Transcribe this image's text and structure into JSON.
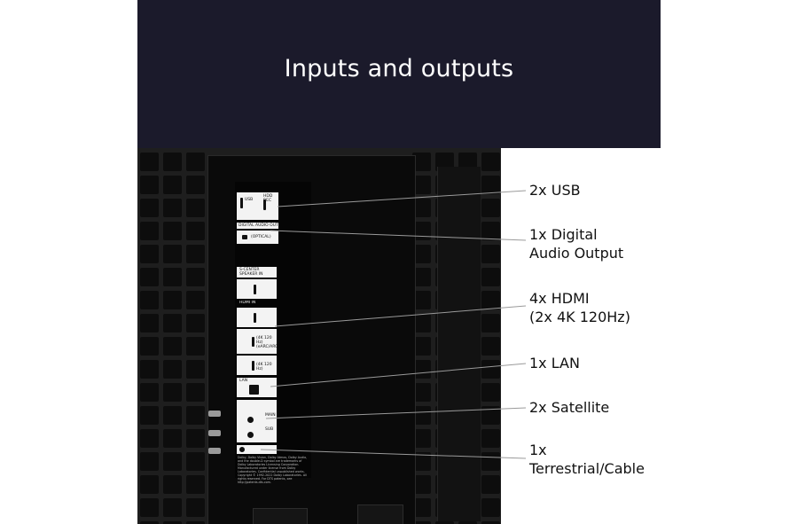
{
  "header": {
    "title": "Inputs and outputs"
  },
  "callouts": [
    {
      "id": "usb",
      "lines": [
        "2x USB"
      ]
    },
    {
      "id": "digital-audio",
      "lines": [
        "1x Digital",
        "Audio Output"
      ]
    },
    {
      "id": "hdmi",
      "lines": [
        "4x HDMI",
        "(2x 4K 120Hz)"
      ]
    },
    {
      "id": "lan",
      "lines": [
        "1x LAN"
      ]
    },
    {
      "id": "satellite",
      "lines": [
        "2x Satellite"
      ]
    },
    {
      "id": "terrestrial",
      "lines": [
        "1x",
        "Terrestrial/Cable"
      ]
    }
  ],
  "panel": {
    "usb_label": "USB",
    "hdd_label": "HDD REC",
    "digital_audio_label": "DIGITAL AUDIO OUT",
    "optical_label": "(OPTICAL)",
    "center_speaker_label": "S-CENTER SPEAKER IN",
    "hdmi_label": "HDMI IN",
    "hdmi_120_label_a": "(4K 120 Hz) (eARC/ARC)",
    "hdmi_120_label_b": "(4K 120 Hz)",
    "lan_label": "LAN",
    "main_label": "MAIN",
    "sub_label": "SUB",
    "legal_text": "Dolby, Dolby Vision, Dolby Atmos, Dolby Audio, and the double-D symbol are trademarks of Dolby Laboratories Licensing Corporation. Manufactured under license from Dolby Laboratories. Confidential unpublished works. Copyright © 1992-2022 Dolby Laboratories. All rights reserved. For DTS patents, see http://patents.dts.com."
  },
  "colors": {
    "header_bg": "#1b1a2b",
    "tv_body": "#1e1e1e",
    "cell": "#0d0d0d"
  }
}
